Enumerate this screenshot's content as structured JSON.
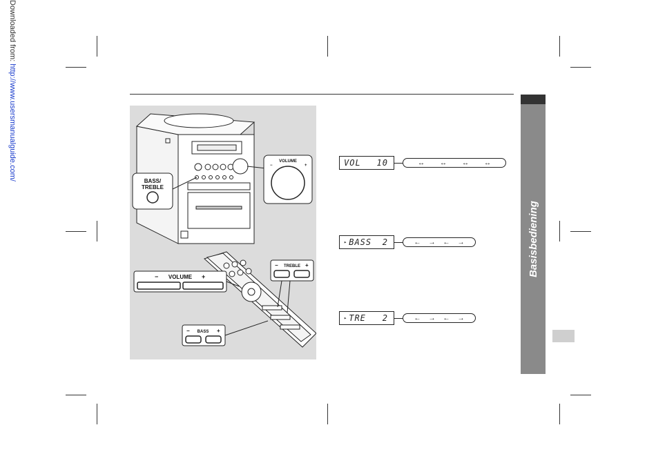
{
  "side_note": {
    "prefix": "Downloaded from: ",
    "link": "http://www.usersmanualguide.com/"
  },
  "tab": {
    "label": "Basisbediening"
  },
  "illustration": {
    "bass_treble_label": "BASS/\nTREBLE",
    "volume_knob_label": "VOLUME",
    "volume_minus": "−",
    "volume_plus": "+",
    "remote_volume_label": "VOLUME",
    "remote_treble_label": "TREBLE",
    "remote_bass_label": "BASS",
    "minus_sign": "−",
    "plus_sign": "+"
  },
  "displays": [
    {
      "prefix": "",
      "text": "VOL",
      "value": "10",
      "sequence": [
        "↔",
        "↔",
        "↔",
        "↔"
      ]
    },
    {
      "prefix": "▸",
      "text": "BASS",
      "value": "2",
      "sequence": [
        "←",
        "→",
        "←",
        "→"
      ]
    },
    {
      "prefix": "▸",
      "text": "TRE",
      "value": "2",
      "sequence": [
        "←",
        "→",
        "←",
        "→"
      ]
    }
  ],
  "colors": {
    "panel": "#dcdcdc",
    "tab": "#8a8a8a",
    "link": "#1a3ccc"
  }
}
